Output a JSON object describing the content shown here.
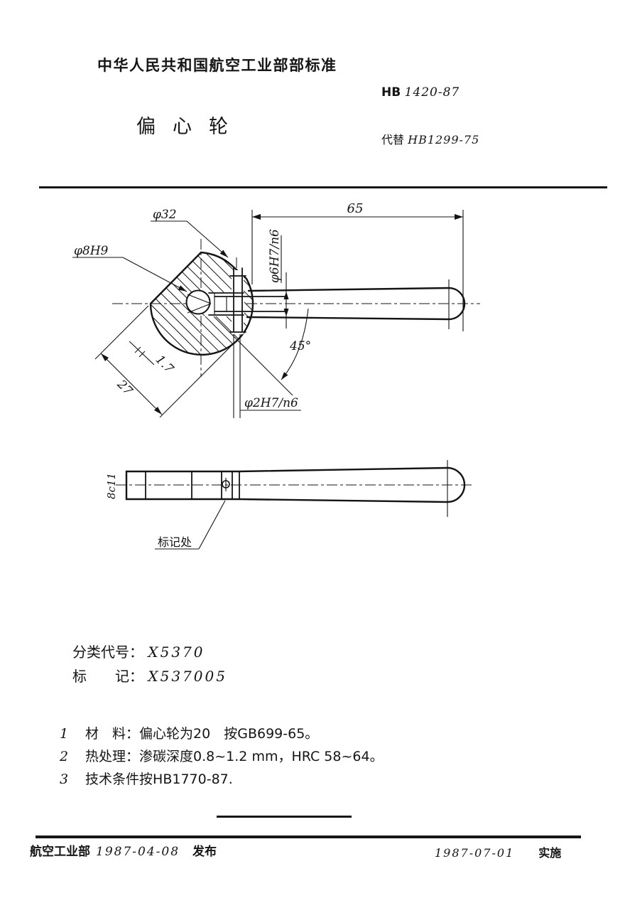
{
  "header": {
    "ministry_title": "中华人民共和国航空工业部部标准",
    "standard_code_prefix": "HB",
    "standard_code_number": "1420-87",
    "part_title": "偏心轮",
    "replaces_label": "代替",
    "replaces_number": "HB1299-75"
  },
  "drawing": {
    "labels": {
      "outer_diameter": "φ32",
      "bore_fit": "φ8H9",
      "shaft_fit": "φ6H7/n6",
      "handle_length": "65",
      "angle": "45°",
      "pin_fit": "φ2H7/n6",
      "eccentricity": "1.7",
      "dim_27": "27",
      "width_fit": "8c11",
      "marking_spot": "标记处"
    }
  },
  "classification": {
    "class_label": "分类代号：",
    "class_code": "X5370",
    "marking_label": "标　　记：",
    "marking_code": "X537005"
  },
  "notes": [
    {
      "num": "1",
      "text": "材　料：偏心轮为20　按GB699-65。"
    },
    {
      "num": "2",
      "text": "热处理：渗碳深度0.8~1.2 mm，HRC 58~64。"
    },
    {
      "num": "3",
      "text": "技术条件按HB1770-87."
    }
  ],
  "footer": {
    "issuing_body": "航空工业部",
    "issue_date": "1987-04-08",
    "issue_action": "发布",
    "implement_date": "1987-07-01",
    "implement_action": "实施"
  }
}
